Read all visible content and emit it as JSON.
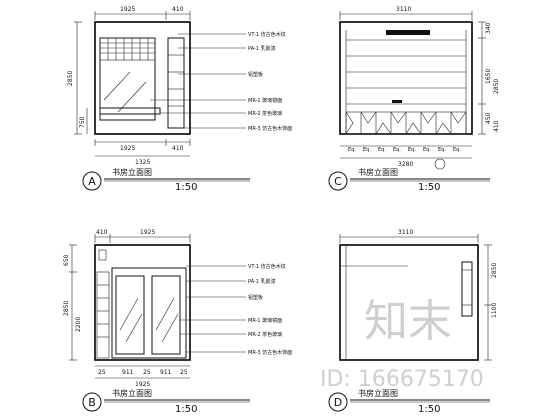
{
  "watermark": {
    "brand": "知末",
    "id_text": "ID: 166675170"
  },
  "view_a": {
    "badge": "A",
    "title": "书房立面图",
    "scale": "1:50",
    "top_dims": [
      "1925",
      "410"
    ],
    "bottom_dims_1": [
      "1925",
      "410"
    ],
    "bottom_total": "1325",
    "left_dims": [
      "2850",
      "750"
    ],
    "callouts": [
      "VT-1 仿古色木纹",
      "PA-1 乳胶漆",
      "铝塑板",
      "MR-1 玻璃镜面",
      "MR-2 茶色玻璃",
      "MR-3 仿古色木饰面"
    ]
  },
  "view_b": {
    "badge": "B",
    "title": "书房立面图",
    "scale": "1:50",
    "top_dims": [
      "410",
      "1925"
    ],
    "bottom_dims": [
      "25",
      "911",
      "25",
      "911",
      "25"
    ],
    "bottom_total": "1925",
    "left_dims": [
      "650",
      "2200",
      "2850"
    ],
    "callouts": [
      "VT-1 仿古色木纹",
      "PA-1 乳胶漆",
      "铝塑板",
      "MR-1 玻璃镜面",
      "MR-2 茶色玻璃",
      "MR-3 仿古色木饰面"
    ]
  },
  "view_c": {
    "badge": "C",
    "title": "书房立面图",
    "scale": "1:50",
    "top_dim": "3110",
    "bottom_total": "3280",
    "right_dims": [
      "340",
      "1650",
      "2850",
      "450",
      "410"
    ],
    "bottom_cells": [
      "Eq.",
      "Eq.",
      "Eq.",
      "Eq.",
      "Eq.",
      "Eq.",
      "Eq.",
      "Eq."
    ]
  },
  "view_d": {
    "badge": "D",
    "title": "书房立面图",
    "scale": "1:50",
    "top_dim": "3110",
    "right_dims": [
      "2850",
      "1100"
    ]
  }
}
